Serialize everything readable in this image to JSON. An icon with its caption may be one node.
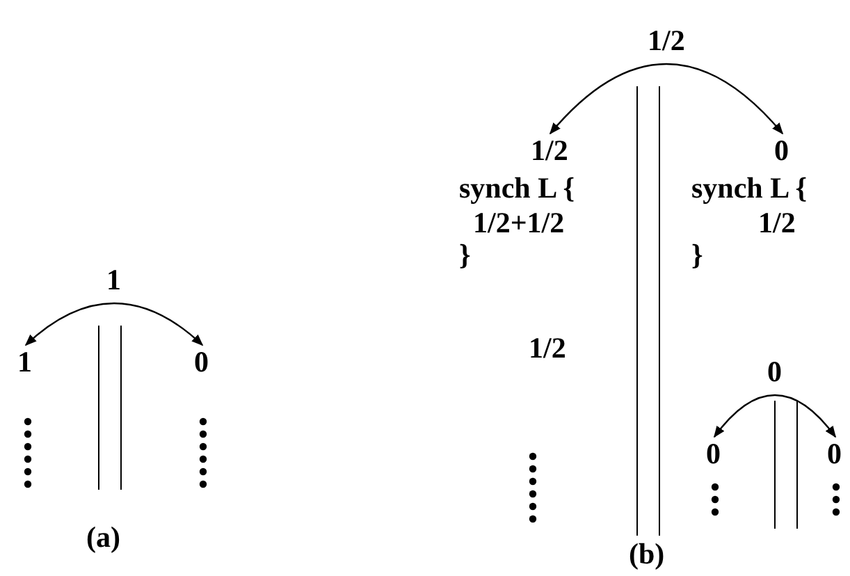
{
  "diagram": {
    "nodes": [
      {
        "text": [
          "1"
        ]
      },
      {
        "text": [
          "0"
        ]
      },
      {
        "text": [
          "1/2"
        ]
      },
      {
        "text": [
          "0"
        ]
      },
      {
        "text": [
          "0"
        ]
      },
      {
        "text": [
          "0"
        ]
      }
    ],
    "edges": [
      {
        "from": 0,
        "to": 1,
        "arrow": "both",
        "label": "1"
      },
      {
        "from": 2,
        "to": 3,
        "arrow": "both",
        "label": "1/2"
      },
      {
        "from": 4,
        "to": 5,
        "arrow": "both",
        "label": "0"
      }
    ],
    "labels": [
      "synch L {",
      "1/2+1/2",
      "}",
      "1/2",
      "synch L {",
      "1/2",
      "}",
      "(a)",
      "(b)"
    ]
  }
}
